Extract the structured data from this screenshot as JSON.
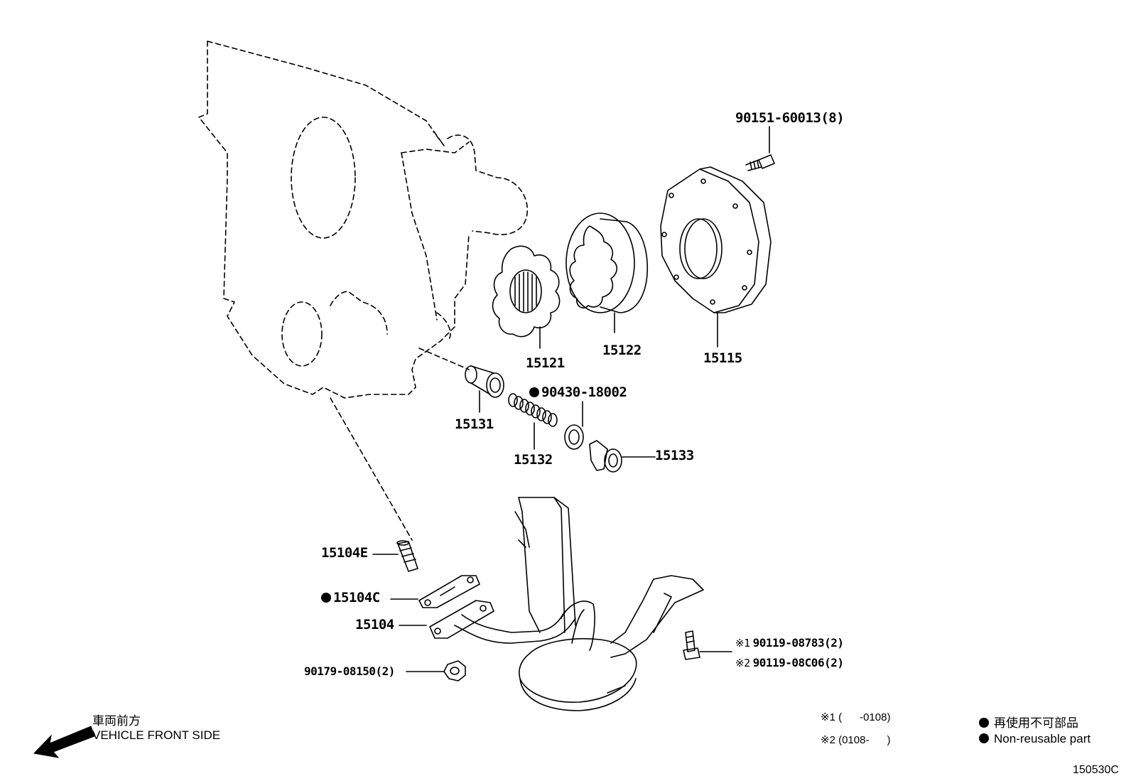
{
  "parts": {
    "p15121": "15121",
    "p15122": "15122",
    "p15115": "15115",
    "p90151": "90151-60013(8)",
    "p15131": "15131",
    "p90430": "90430-18002",
    "p15132": "15132",
    "p15133": "15133",
    "p15104E": "15104E",
    "p15104C": "15104C",
    "p15104": "15104",
    "p90179": "90179-08150(2)",
    "p90119a_mark": "※1",
    "p90119a": "90119-08783(2)",
    "p90119b_mark": "※2",
    "p90119b": "90119-08C06(2)"
  },
  "direction": {
    "jp": "車両前方",
    "en": "VEHICLE FRONT SIDE",
    "icon": "arrow-left-down-icon"
  },
  "notes": {
    "n1": "※1 (      -0108)",
    "n2": "※2 (0108-      )"
  },
  "legend": {
    "jp": "再使用不可部品",
    "en": "Non-reusable part",
    "icon": "filled-dot-icon"
  },
  "figure_id": "150530C"
}
